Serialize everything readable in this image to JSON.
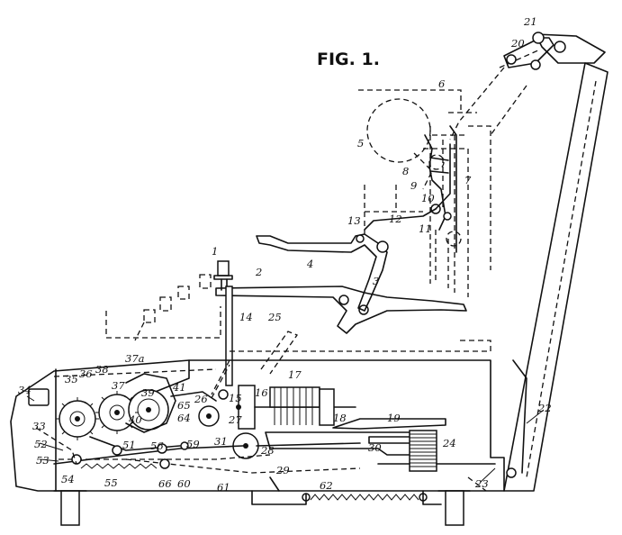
{
  "figure": {
    "title": "FIG. 1."
  },
  "labels": [
    "1",
    "2",
    "3",
    "4",
    "5",
    "6",
    "7",
    "8",
    "9",
    "10",
    "11",
    "12",
    "13",
    "14",
    "15",
    "16",
    "17",
    "18",
    "19",
    "20",
    "21",
    "22",
    "23",
    "24",
    "25",
    "26",
    "27",
    "28",
    "29",
    "30",
    "31",
    "33",
    "34",
    "35",
    "36",
    "37",
    "37a",
    "38",
    "39",
    "40",
    "41",
    "51",
    "52",
    "53",
    "54",
    "55",
    "56",
    "59",
    "60",
    "61",
    "62",
    "64",
    "65",
    "66"
  ]
}
